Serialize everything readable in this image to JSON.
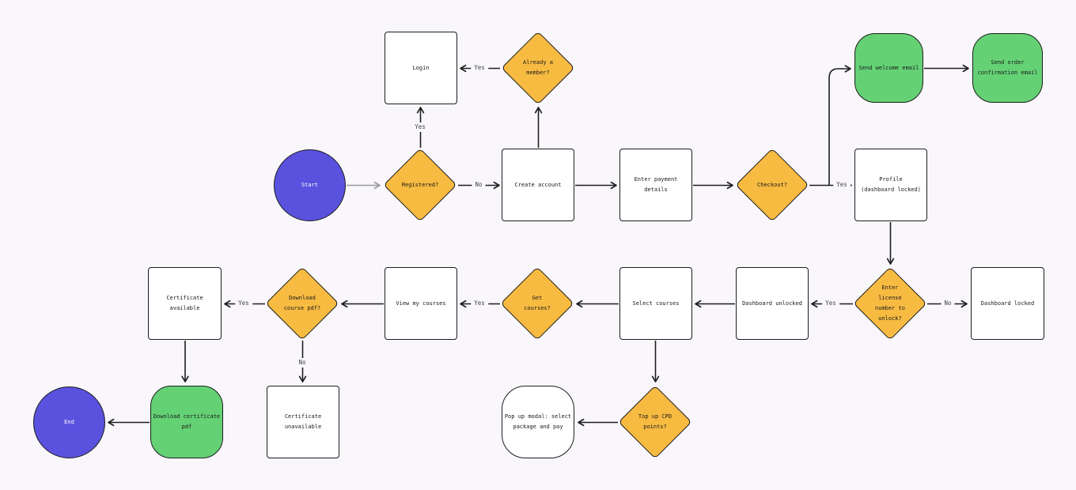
{
  "canvas": {
    "colors": {
      "bg": "#F9F7FB",
      "stroke": "#1D1D1D",
      "white": "#FFFFFF",
      "purple": "#5A52DE",
      "orange": "#F7BB42",
      "green": "#64D175",
      "muted_arrow": "#9A9A9A"
    }
  },
  "nodes": {
    "login": {
      "label": "Login",
      "shape": "rectangle"
    },
    "already_member": {
      "label": "Already a\nmember?",
      "shape": "diamond"
    },
    "send_welcome": {
      "label": "Send welcome email",
      "shape": "rounded"
    },
    "send_order": {
      "label": "Send order\nconfirmation email",
      "shape": "rounded"
    },
    "start": {
      "label": "Start",
      "shape": "circle"
    },
    "registered": {
      "label": "Registered?",
      "shape": "diamond"
    },
    "create_account": {
      "label": "Create account",
      "shape": "rectangle"
    },
    "enter_payment": {
      "label": "Enter payment\ndetails",
      "shape": "rectangle"
    },
    "checkout": {
      "label": "Checkout?",
      "shape": "diamond"
    },
    "profile": {
      "label": "Profile\n(dashboard locked)",
      "shape": "rectangle"
    },
    "certificate_available": {
      "label": "Certificate\navailable",
      "shape": "rectangle"
    },
    "download_course_pdf": {
      "label": "Download\ncourse pdf?",
      "shape": "diamond"
    },
    "view_courses": {
      "label": "View my courses",
      "shape": "rectangle"
    },
    "get_courses": {
      "label": "Get\ncourses?",
      "shape": "diamond"
    },
    "select_courses": {
      "label": "Select courses",
      "shape": "rectangle"
    },
    "dashboard_unlocked": {
      "label": "Dashboard unlocked",
      "shape": "rectangle"
    },
    "enter_license": {
      "label": "Enter\nlicense\nnumber to\nunlock?",
      "shape": "diamond"
    },
    "dashboard_locked": {
      "label": "Dashboard locked",
      "shape": "rectangle"
    },
    "end": {
      "label": "End",
      "shape": "circle"
    },
    "download_certificate": {
      "label": "Download certificate\npdf",
      "shape": "rounded"
    },
    "certificate_unavailable": {
      "label": "Certificate\nunavailable",
      "shape": "rectangle"
    },
    "popup_modal": {
      "label": "Pop up modal: select\npackage and pay",
      "shape": "rounded"
    },
    "topup_cpd": {
      "label": "Top up CPD\npoints?",
      "shape": "diamond"
    }
  },
  "edge_labels": {
    "already_member_yes": "Yes",
    "registered_yes": "Yes",
    "registered_no": "No",
    "checkout_yes": "Yes",
    "license_yes": "Yes",
    "license_no": "No",
    "get_courses_yes": "Yes",
    "download_course_yes": "Yes",
    "download_course_no": "No"
  }
}
